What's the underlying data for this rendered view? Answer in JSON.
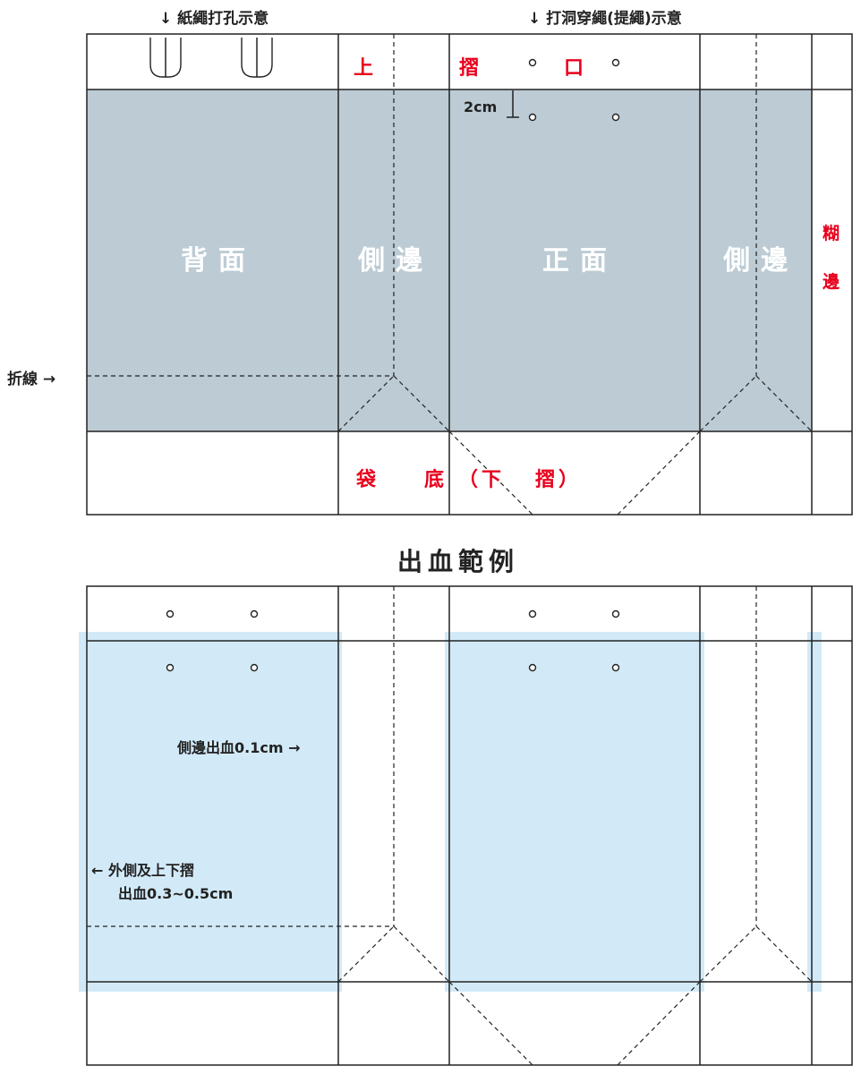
{
  "colors": {
    "panel_fill": "#bccbd4",
    "bleed_fill": "#d2eaf8",
    "line": "#222222",
    "accent_red": "#e8001c"
  },
  "top_diagram": {
    "annotations": {
      "rope_hole_hint": "紙繩打孔示意",
      "threading_hint": "打洞穿繩(提繩)示意",
      "fold_line": "折線",
      "hole_offset": "2cm"
    },
    "regions": {
      "top_fold_a": "上",
      "top_fold_b": "摺",
      "top_fold_c": "口",
      "back": "背面",
      "side_left": "側邊",
      "front": "正面",
      "side_right": "側邊",
      "glue_a": "糊",
      "glue_b": "邊",
      "bottom_a": "袋",
      "bottom_b": "底",
      "bottom_c": "（下",
      "bottom_d": "摺）"
    }
  },
  "bottom_diagram": {
    "title": "出血範例",
    "annotations": {
      "side_bleed": "側邊出血0.1cm",
      "outer_bleed_line1": "外側及上下摺",
      "outer_bleed_line2": "出血0.3~0.5cm"
    }
  }
}
